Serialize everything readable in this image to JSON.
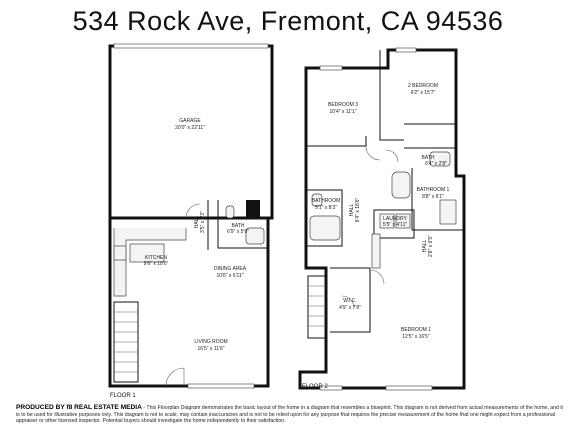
{
  "header": {
    "address": "534 Rock Ave, Fremont, CA  94536"
  },
  "floor1": {
    "label": "FLOOR 1",
    "rooms": {
      "garage": {
        "name": "GARAGE",
        "dims": "20'0\" x 22'11\""
      },
      "hall": {
        "name": "HALL",
        "dims": "3'5\" x 6'3\""
      },
      "bath": {
        "name": "BATH",
        "dims": "6'9\" x 5'9\""
      },
      "kitchen": {
        "name": "KITCHEN",
        "dims": "9'6\" x 10'0\""
      },
      "dining": {
        "name": "DINING AREA",
        "dims": "10'6\" x 6'11\""
      },
      "living": {
        "name": "LIVING ROOM",
        "dims": "16'5\" x 11'6\""
      }
    }
  },
  "floor2": {
    "label": "FLOOR 2",
    "rooms": {
      "bedroom3": {
        "name": "BEDROOM 3",
        "dims": "10'4\" x 11'1\""
      },
      "bedroom2": {
        "name": "2 BEDROOM",
        "dims": "9'2\" x 15'7\""
      },
      "bath_small": {
        "name": "BATH",
        "dims": "6'4\" x 2'8\""
      },
      "bathroom1": {
        "name": "BATHROOM 1",
        "dims": "8'8\" x 6'1\""
      },
      "bathroom": {
        "name": "BATHROOM",
        "dims": "5'1\" x 8'3\""
      },
      "hall": {
        "name": "HALL",
        "dims": "9'4\" x 18'6\""
      },
      "laundry": {
        "name": "LAUNDRY",
        "dims": "5'5\" x 4'11\""
      },
      "hall_small": {
        "name": "HALL",
        "dims": "2'8\" x 6'5\""
      },
      "wic": {
        "name": "W.I.C.",
        "dims": "4'9\" x 7'8\""
      },
      "bedroom1": {
        "name": "BEDROOM 1",
        "dims": "12'5\" x 16'5\""
      }
    }
  },
  "footer": {
    "producer": "PRODUCED BY f8 REAL ESTATE MEDIA",
    "disclaimer": " - This Floorplan Diagram demonstrates the basic layout of the home in a diagram that resembles a blueprint. This diagram is not derived from actual measurements of the home, and it is to be used for illustrative purposes only. This diagram is not to scale, may contain inaccuracies and is not to be relied upon for any purpose that requires the precise measurement of the home that one might expect from a professional appraiser or other licensed inspector. Potential buyers should investigate the home independently to their satisfaction."
  }
}
